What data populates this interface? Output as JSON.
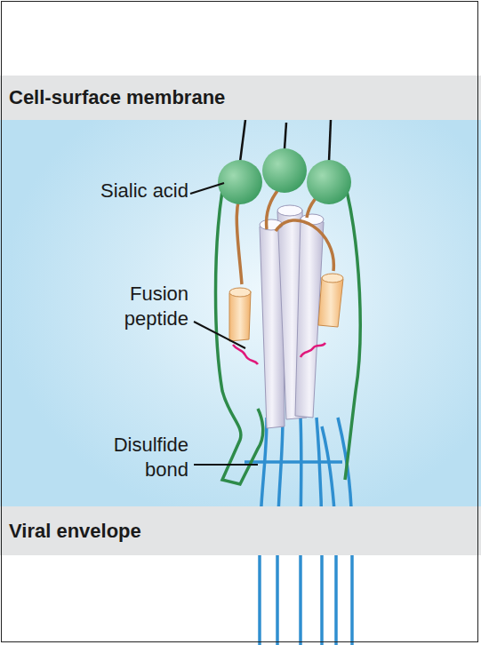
{
  "diagram": {
    "nodes": [
      {
        "text": [
          "Cell-surface membrane"
        ]
      },
      {
        "text": [
          "Viral envelope"
        ]
      }
    ],
    "labels": [
      "Sialic acid",
      "Fusion peptide",
      "Disulfide bond"
    ]
  }
}
